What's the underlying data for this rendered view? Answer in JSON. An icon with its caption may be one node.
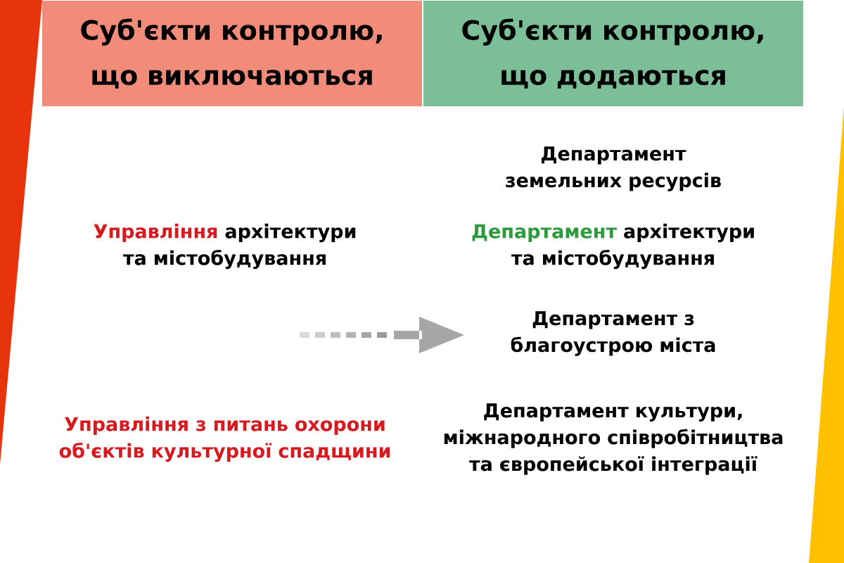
{
  "diagram": {
    "nodes": [
      {
        "text": [
          "Суб'єкти контролю, що виключаються"
        ]
      },
      {
        "text": [
          "Суб'єкти контролю, що додаються"
        ]
      },
      {
        "text": [
          "Управління",
          "архітектури та містобудування"
        ]
      },
      {
        "text": [
          "Управління з питань охорони об'єктів культурної спадщини"
        ]
      },
      {
        "text": [
          "Департамент земельних ресурсів"
        ]
      },
      {
        "text": [
          "Департамент",
          "архітектури та містобудування"
        ]
      },
      {
        "text": [
          "Департамент з благоустрою міста"
        ]
      },
      {
        "text": [
          "Департамент культури, міжнародного співробітництва та європейської інтеграції"
        ]
      }
    ]
  }
}
